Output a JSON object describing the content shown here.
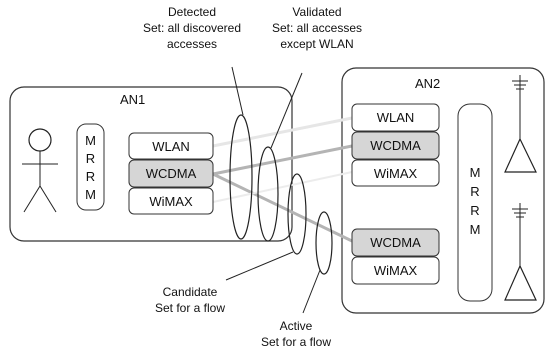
{
  "an1": {
    "title": "AN1",
    "mrrm": [
      "M",
      "R",
      "R",
      "M"
    ],
    "accesses": [
      "WLAN",
      "WCDMA",
      "WiMAX"
    ]
  },
  "an2": {
    "title": "AN2",
    "mrrm": [
      "M",
      "R",
      "R",
      "M"
    ],
    "upper_accesses": [
      "WLAN",
      "WCDMA",
      "WiMAX"
    ],
    "lower_accesses": [
      "WCDMA",
      "WiMAX"
    ]
  },
  "sets": {
    "detected": [
      "Detected",
      "Set: all discovered",
      "accesses"
    ],
    "validated": [
      "Validated",
      "Set: all accesses",
      "except WLAN"
    ],
    "candidate": [
      "Candidate",
      "Set for a flow"
    ],
    "active": [
      "Active",
      "Set for a flow"
    ]
  },
  "colors": {
    "active_access": "#d6d6d6",
    "link_light": "#e6e6e6",
    "link_dark": "#b4b4b4"
  }
}
